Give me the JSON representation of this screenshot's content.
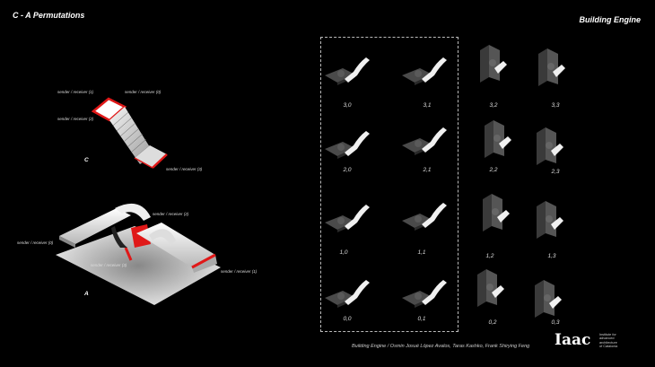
{
  "header": {
    "title": "C - A Permutations",
    "engine_label": "Building Engine"
  },
  "diagram_c": {
    "letter": "C",
    "labels": [
      "sender / receiver (1)",
      "sender / receiver (0)",
      "sender / receiver (2)",
      "sender / receiver (3)"
    ]
  },
  "diagram_a": {
    "letter": "A",
    "labels": [
      "sender / receiver (2)",
      "sender / receiver (0)",
      "sender / receiver (3)",
      "sender / receiver (1)"
    ]
  },
  "grid": {
    "row0": [
      "3,0",
      "3,1",
      "3,2",
      "3,3"
    ],
    "row1": [
      "2,0",
      "2,1",
      "2,2",
      "2,3"
    ],
    "row2": [
      "1,0",
      "1,1",
      "1,2",
      "1,3"
    ],
    "row3": [
      "0,0",
      "0,1",
      "0,2",
      "0,3"
    ]
  },
  "footer": {
    "credits": "Building Engine  / Osmin Josué López Avalos, Taras Kashko, Frank Shirying Feng",
    "logo_mark": "Iaac",
    "logo_text": [
      "Institute for",
      "advanced",
      "architecture",
      "of Catalonia"
    ]
  },
  "colors": {
    "accent": "#e01818",
    "background": "#000000"
  }
}
